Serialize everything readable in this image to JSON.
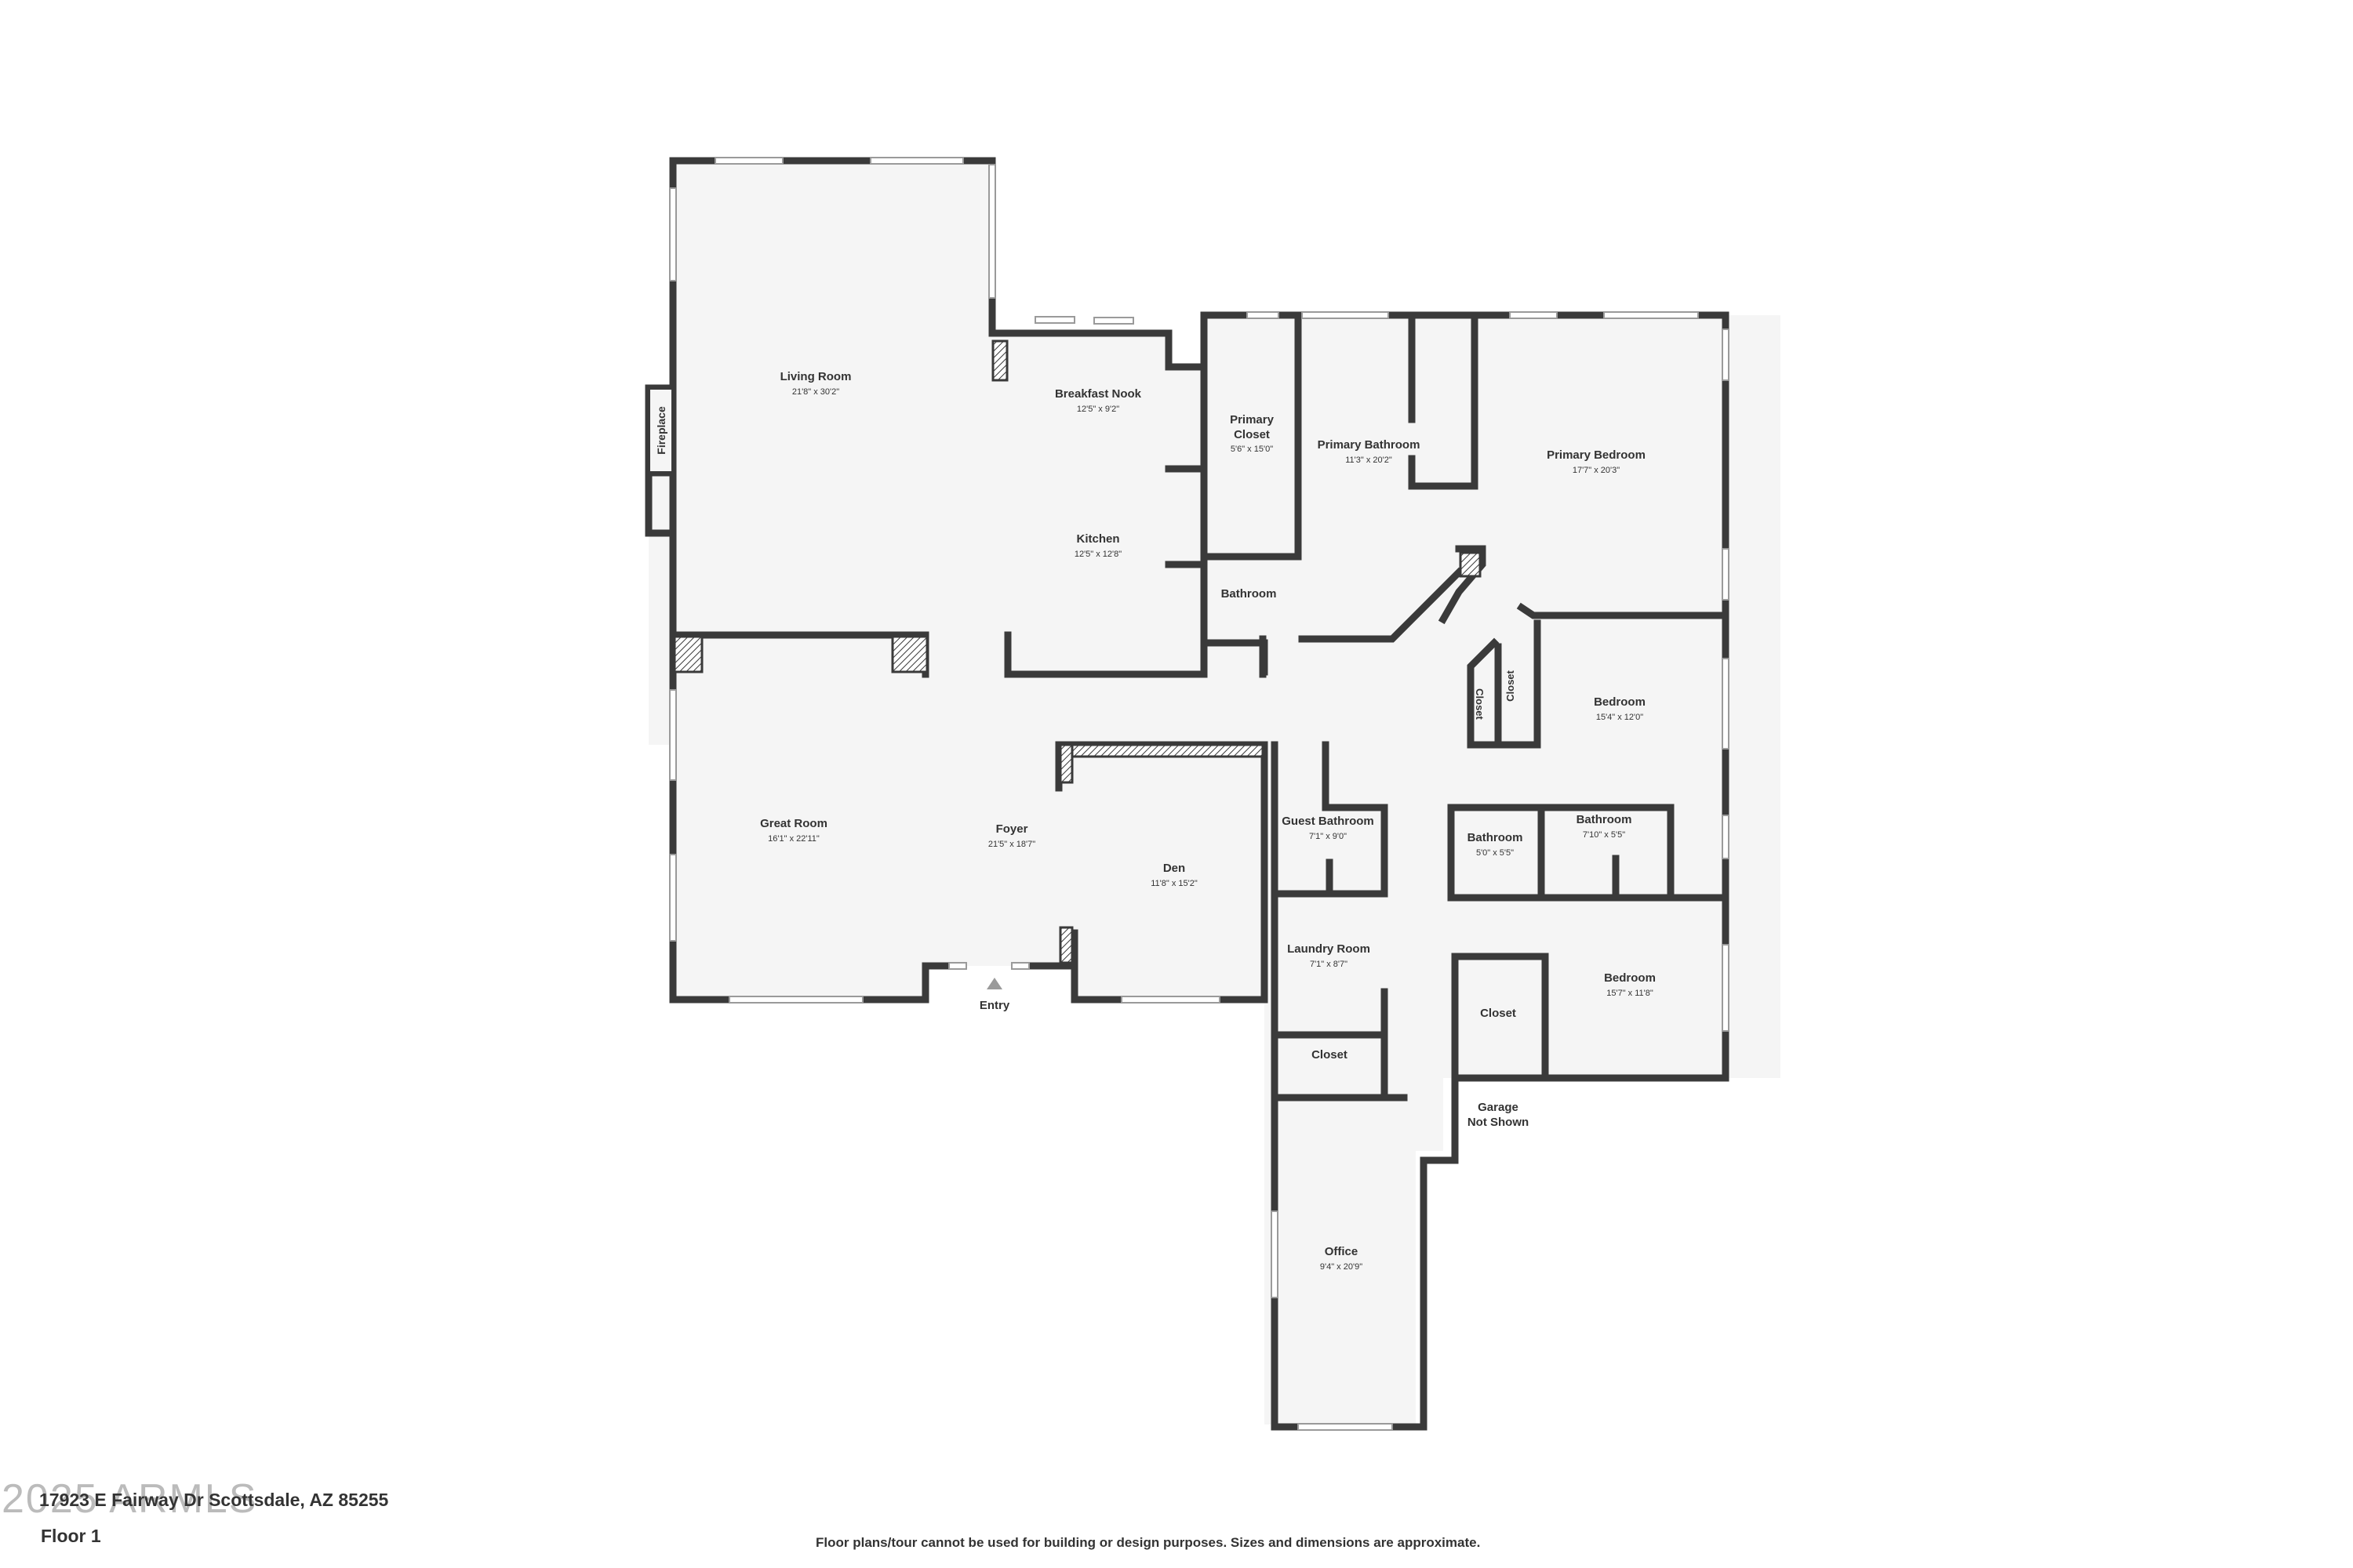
{
  "address": "17923 E Fairway Dr Scottsdale, AZ 85255",
  "floor": "Floor 1",
  "watermark": "2025 ARMLS",
  "disclaimer": "Floor plans/tour cannot be used for building or design purposes. Sizes and dimensions are approximate.",
  "entry": "Entry",
  "fireplace": "Fireplace",
  "garage": [
    "Garage",
    "Not Shown"
  ],
  "rooms": [
    {
      "id": "living-room",
      "name": "Living Room",
      "dims": "21'8\" x 30'2\""
    },
    {
      "id": "breakfast-nook",
      "name": "Breakfast Nook",
      "dims": "12'5\" x 9'2\""
    },
    {
      "id": "kitchen",
      "name": "Kitchen",
      "dims": "12'5\" x 12'8\""
    },
    {
      "id": "primary-closet",
      "name": [
        "Primary",
        "Closet"
      ],
      "dims": "5'6\" x 15'0\""
    },
    {
      "id": "primary-bathroom",
      "name": "Primary Bathroom",
      "dims": "11'3\" x 20'2\""
    },
    {
      "id": "primary-bedroom",
      "name": "Primary Bedroom",
      "dims": "17'7\" x 20'3\""
    },
    {
      "id": "bathroom-primary-hall",
      "name": "Bathroom",
      "dims": ""
    },
    {
      "id": "closet-a",
      "name": "Closet",
      "dims": ""
    },
    {
      "id": "closet-b",
      "name": "Closet",
      "dims": ""
    },
    {
      "id": "bedroom-2",
      "name": "Bedroom",
      "dims": "15'4\" x 12'0\""
    },
    {
      "id": "great-room",
      "name": "Great Room",
      "dims": "16'1\" x 22'11\""
    },
    {
      "id": "foyer",
      "name": "Foyer",
      "dims": "21'5\" x 18'7\""
    },
    {
      "id": "den",
      "name": "Den",
      "dims": "11'8\" x 15'2\""
    },
    {
      "id": "guest-bathroom",
      "name": "Guest Bathroom",
      "dims": "7'1\" x 9'0\""
    },
    {
      "id": "bathroom-small",
      "name": "Bathroom",
      "dims": "5'0\" x 5'5\""
    },
    {
      "id": "bathroom-mid",
      "name": "Bathroom",
      "dims": "7'10\" x 5'5\""
    },
    {
      "id": "laundry-room",
      "name": "Laundry Room",
      "dims": "7'1\" x 8'7\""
    },
    {
      "id": "closet-bedroom3",
      "name": "Closet",
      "dims": ""
    },
    {
      "id": "bedroom-3",
      "name": "Bedroom",
      "dims": "15'7\" x 11'8\""
    },
    {
      "id": "closet-laundry",
      "name": "Closet",
      "dims": ""
    },
    {
      "id": "office",
      "name": "Office",
      "dims": "9'4\" x 20'9\""
    }
  ]
}
